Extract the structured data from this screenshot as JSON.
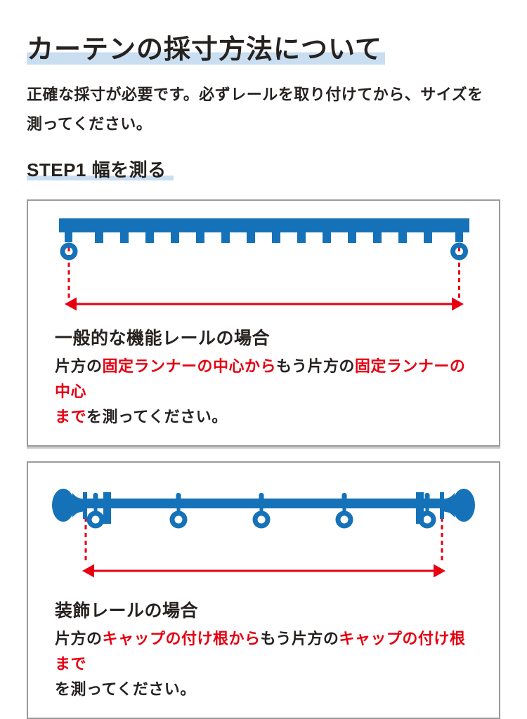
{
  "page": {
    "title": "カーテンの採寸方法について",
    "intro_lines": [
      "正確な採寸が必要です。必ずレールを取り付けてから、サイズを",
      "測ってください。"
    ],
    "step1_label": "STEP1 幅を測る"
  },
  "colors": {
    "rail_blue": "#1572b9",
    "accent_red": "#e60012",
    "highlight_blue": "#c9def1",
    "text_black": "#262220",
    "box_border_gray": "#9b9b9b"
  },
  "sections": [
    {
      "heading": "一般的な機能レールの場合",
      "diagram": "functional-rail",
      "body_segments": [
        {
          "text": "片方の",
          "red": false
        },
        {
          "text": "固定ランナーの中心から",
          "red": true
        },
        {
          "text": "もう片方の",
          "red": false
        },
        {
          "text": "固定ランナーの中心",
          "red": true
        },
        {
          "br": true
        },
        {
          "text": "まで",
          "red": true
        },
        {
          "text": "を測ってください。",
          "red": false
        }
      ]
    },
    {
      "heading": "装飾レールの場合",
      "diagram": "decorative-rail",
      "body_segments": [
        {
          "text": "片方の",
          "red": false
        },
        {
          "text": "キャップの付け根から",
          "red": true
        },
        {
          "text": "もう片方の",
          "red": false
        },
        {
          "text": "キャップの付け根まで",
          "red": true
        },
        {
          "br": true
        },
        {
          "text": "を測ってください。",
          "red": false
        }
      ]
    }
  ]
}
